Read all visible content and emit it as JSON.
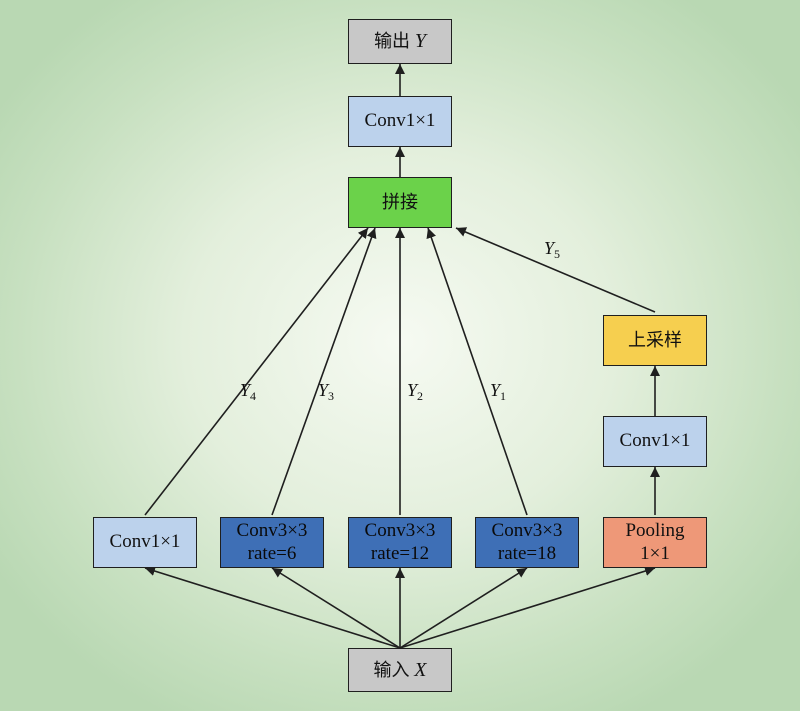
{
  "nodes": {
    "output": {
      "text": "输出",
      "var": "Y"
    },
    "conv_top": {
      "text": "Conv1×1"
    },
    "concat": {
      "text": "拼接"
    },
    "upsample": {
      "text": "上采样"
    },
    "conv_pool": {
      "text": "Conv1×1"
    },
    "branch_conv1": {
      "text": "Conv1×1"
    },
    "branch_rate6": {
      "line1": "Conv3×3",
      "line2": "rate=6"
    },
    "branch_rate12": {
      "line1": "Conv3×3",
      "line2": "rate=12"
    },
    "branch_rate18": {
      "line1": "Conv3×3",
      "line2": "rate=18"
    },
    "pooling": {
      "line1": "Pooling",
      "line2": "1×1"
    },
    "input": {
      "text": "输入",
      "var": "X"
    }
  },
  "edge_labels": {
    "y1": {
      "var": "Y",
      "sub": "1"
    },
    "y2": {
      "var": "Y",
      "sub": "2"
    },
    "y3": {
      "var": "Y",
      "sub": "3"
    },
    "y4": {
      "var": "Y",
      "sub": "4"
    },
    "y5": {
      "var": "Y",
      "sub": "5"
    }
  },
  "colors": {
    "gray": "#c8c8c8",
    "light_blue": "#bcd2ec",
    "dark_blue": "#3e6fb6",
    "green": "#6bd24a",
    "yellow": "#f6cf4f",
    "salmon": "#ee9878",
    "line": "#1f1f1f"
  }
}
